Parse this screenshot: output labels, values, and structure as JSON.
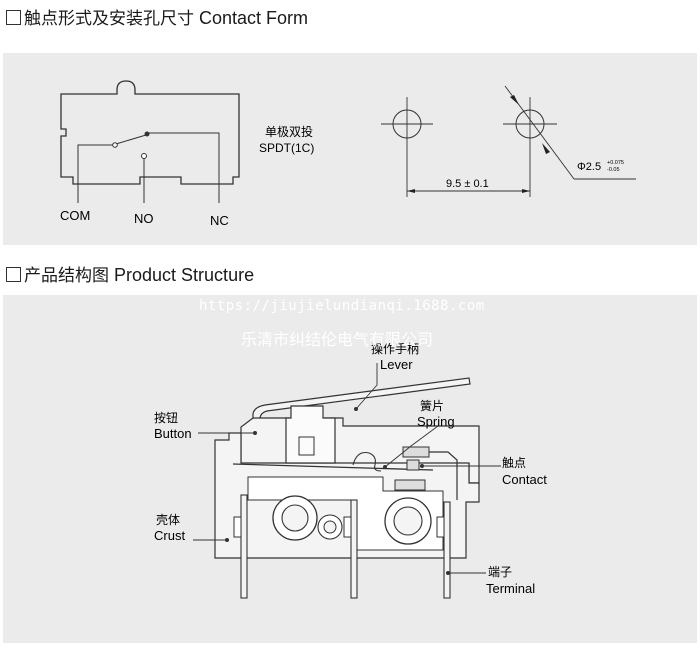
{
  "section1": {
    "title_cn": "触点形式及安装孔尺寸",
    "title_en": "Contact Form"
  },
  "contact_form": {
    "terminal_com": "COM",
    "terminal_no": "NO",
    "terminal_nc": "NC",
    "type_cn": "单极双投",
    "type_en": "SPDT(1C)",
    "spacing_dim": "9.5 ± 0.1",
    "hole_dim": "Φ2.5",
    "hole_tol_upper": "+0.075",
    "hole_tol_lower": "-0.05"
  },
  "section2": {
    "title_cn": "产品结构图",
    "title_en": "Product Structure"
  },
  "watermark": {
    "url": "https://jiujielundianqi.1688.com",
    "company": "乐清市纠结伦电气有限公司"
  },
  "structure": {
    "lever_cn": "操作手柄",
    "lever_en": "Lever",
    "button_cn": "按钮",
    "button_en": "Button",
    "spring_cn": "簧片",
    "spring_en": "Spring",
    "contact_cn": "触点",
    "contact_en": "Contact",
    "crust_cn": "壳体",
    "crust_en": "Crust",
    "terminal_cn": "端子",
    "terminal_en": "Terminal"
  },
  "colors": {
    "panel": "#ebebeb",
    "line": "#333333"
  }
}
